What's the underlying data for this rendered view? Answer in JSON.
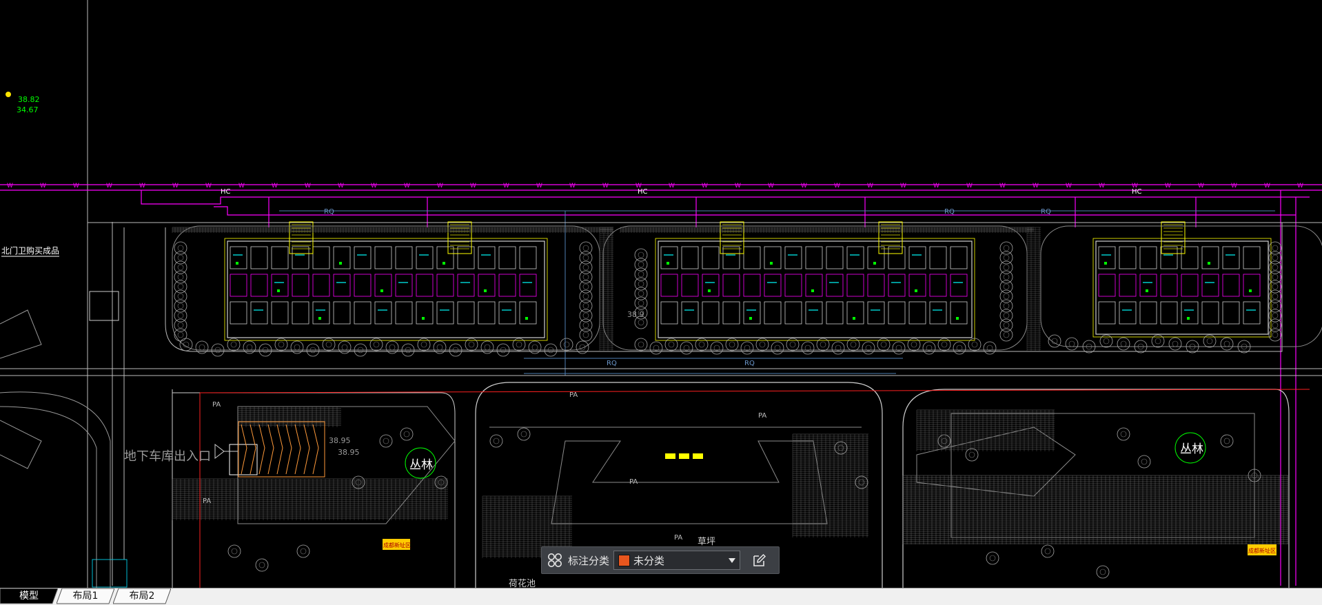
{
  "canvas": {
    "coord_readout": [
      "38.82",
      "34.67"
    ],
    "labels": {
      "north_gate": "北门卫购买成品",
      "garage_exit": "地下车库出入口",
      "thicket_left": "丛林",
      "thicket_right": "丛林",
      "lawn": "草坪",
      "lotus_pond": "荷花池",
      "spot_elev_1": "38.95",
      "spot_elev_2": "38.95",
      "spot_elev_3": "38.9",
      "pa_tags": [
        "PA",
        "PA",
        "PA",
        "PA",
        "PA",
        "PA"
      ],
      "hc_tags": [
        "HC",
        "HC",
        "HC"
      ],
      "rq_tags": [
        "RQ",
        "RQ",
        "RQ",
        "RQ",
        "RQ"
      ],
      "sign_left": "成都新址区",
      "sign_right": "成都新址区"
    },
    "colors": {
      "background": "#000000",
      "water_line": "#ff00ff",
      "gas_line": "#4f7fb4",
      "road_line": "#ffffff",
      "building_line": "#cfcfcf",
      "accent_yellow": "#ffff00",
      "accent_cyan": "#00ffff",
      "accent_green": "#00ff00",
      "accent_red": "#ff2020"
    }
  },
  "annotation_toolbar": {
    "grid_icon": "grid-four-circles-icon",
    "label": "标注分类",
    "category_color": "#e8561e",
    "category_value": "未分类",
    "edit_icon": "edit-note-icon"
  },
  "layout_tabs": [
    {
      "label": "模型",
      "active": true
    },
    {
      "label": "布局1",
      "active": false
    },
    {
      "label": "布局2",
      "active": false
    }
  ]
}
